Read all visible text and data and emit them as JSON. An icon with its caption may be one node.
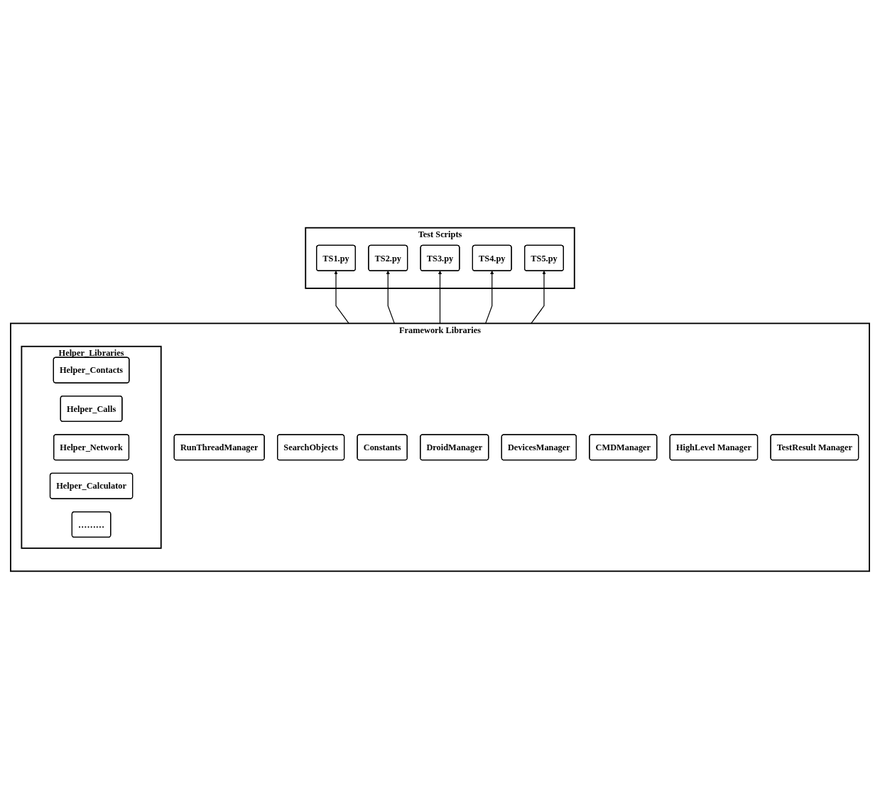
{
  "diagram": {
    "nodes": [
      {
        "text": [
          "Test Scripts"
        ]
      },
      {
        "text": [
          "TS1.py"
        ],
        "in": 0
      },
      {
        "text": [
          "TS2.py"
        ],
        "in": 0
      },
      {
        "text": [
          "TS3.py"
        ],
        "in": 0
      },
      {
        "text": [
          "TS4.py"
        ],
        "in": 0
      },
      {
        "text": [
          "TS5.py"
        ],
        "in": 0
      },
      {
        "text": [
          "Framework Libraries"
        ]
      },
      {
        "text": [
          "Helper_Libraries"
        ],
        "in": 6
      },
      {
        "text": [
          "Helper_Contacts"
        ],
        "in": 7
      },
      {
        "text": [
          "Helper_Calls"
        ],
        "in": 7
      },
      {
        "text": [
          "Helper_Network"
        ],
        "in": 7
      },
      {
        "text": [
          "Helper_Calculator"
        ],
        "in": 7
      },
      {
        "text": [
          "………"
        ],
        "in": 7
      },
      {
        "text": [
          "RunThreadManager"
        ],
        "in": 6
      },
      {
        "text": [
          "SearchObjects"
        ],
        "in": 6
      },
      {
        "text": [
          "Constants"
        ],
        "in": 6
      },
      {
        "text": [
          "DroidManager"
        ],
        "in": 6
      },
      {
        "text": [
          "DevicesManager"
        ],
        "in": 6
      },
      {
        "text": [
          "CMDManager"
        ],
        "in": 6
      },
      {
        "text": [
          "HighLevel Manager"
        ],
        "in": 6
      },
      {
        "text": [
          "TestResult Manager"
        ],
        "in": 6
      }
    ],
    "edges": [
      {
        "from": 6,
        "to": 1,
        "arrow": "to"
      },
      {
        "from": 6,
        "to": 2,
        "arrow": "to"
      },
      {
        "from": 6,
        "to": 3,
        "arrow": "to"
      },
      {
        "from": 6,
        "to": 4,
        "arrow": "to"
      },
      {
        "from": 6,
        "to": 5,
        "arrow": "to"
      }
    ]
  }
}
